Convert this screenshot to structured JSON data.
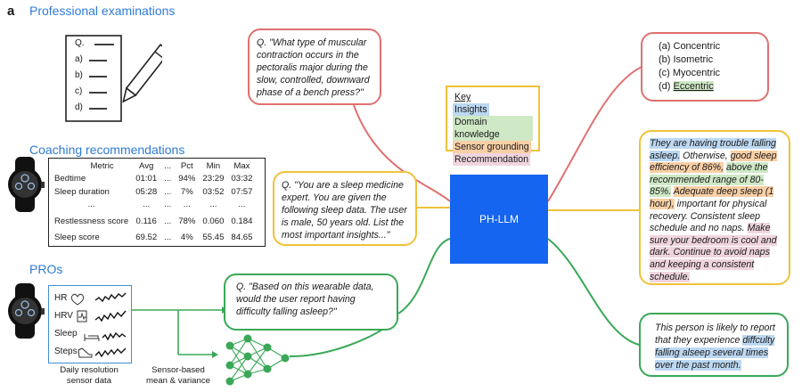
{
  "panel_label": "a",
  "sections": {
    "exams": "Professional examinations",
    "coaching": "Coaching recommendations",
    "pros": "PROs"
  },
  "exam_sheet": {
    "lines": [
      "Q.",
      "a)",
      "b)",
      "c)",
      "d)"
    ]
  },
  "coaching_table": {
    "headers": [
      "Metric",
      "Avg",
      "...",
      "Pct",
      "Min",
      "Max"
    ],
    "rows": [
      [
        "Bedtime",
        "01:01",
        "...",
        "94%",
        "23:29",
        "03:32"
      ],
      [
        "Sleep duration",
        "05:28",
        "...",
        "7%",
        "03:52",
        "07:57"
      ],
      [
        "...",
        "...",
        "...",
        "...",
        "...",
        "..."
      ],
      [
        "Restlessness score",
        "0.116",
        "...",
        "78%",
        "0.060",
        "0.184"
      ],
      [
        "Sleep score",
        "69.52",
        "...",
        "4%",
        "55.45",
        "84.65"
      ]
    ]
  },
  "pros_panel": {
    "rows": [
      "HR",
      "HRV",
      "Sleep",
      "Steps"
    ],
    "caption_left": [
      "Daily resolution",
      "sensor data"
    ],
    "caption_mid": [
      "Sensor-based",
      "mean & variance"
    ]
  },
  "questions": {
    "exam": "Q. \"What type of muscular contraction occurs in the pectoralis major during the slow, controlled, downward phase of a bench press?\"",
    "coaching": "Q. \"You are a sleep medicine expert. You are given the following sleep data. The user is male, 50 years old. List the most important insights...\"",
    "pro": "Q. \"Based on this wearable data, would the user report having difficulty falling asleep?\""
  },
  "key": {
    "title": "Key",
    "items": [
      "Insights",
      "Domain knowledge",
      "Sensor grounding",
      "Recommendation"
    ]
  },
  "model": {
    "label": "PH-LLM"
  },
  "answers": {
    "exam_options": [
      "(a) Concentric",
      "(b) Isometric",
      "(c) Myocentric",
      "(d) Eccentric"
    ],
    "coaching": [
      {
        "t": "They are having trouble falling asleep.",
        "c": "insight"
      },
      {
        "t": " Otherwise, ",
        "c": ""
      },
      {
        "t": "good sleep efficiency of 86%,",
        "c": "sensor"
      },
      {
        "t": " ",
        "c": ""
      },
      {
        "t": "above the recommended range of 80-85%.",
        "c": "domain"
      },
      {
        "t": " ",
        "c": ""
      },
      {
        "t": "Adequate deep sleep (1 hour),",
        "c": "sensor"
      },
      {
        "t": " important for physical recovery. Consistent sleep schedule and no naps. ",
        "c": ""
      },
      {
        "t": "Make sure your bedroom is cool and dark. Continue to avoid naps and keeping a consistent schedule.",
        "c": "rec"
      }
    ],
    "pro": [
      {
        "t": "This person is likely to report that they experience ",
        "c": ""
      },
      {
        "t": "diffculty falling alseep several times over the past month.",
        "c": "insight"
      }
    ]
  },
  "colors": {
    "exam_border": "#e07070",
    "coaching_border": "#f0c23a",
    "pro_border": "#3aa857",
    "model_fill": "#1565f0",
    "section_title": "#2f7bd4",
    "insight": "#bcd8f2",
    "domain": "#cfe8c6",
    "sensor": "#f9cfa6",
    "recommendation": "#f0d5de"
  }
}
